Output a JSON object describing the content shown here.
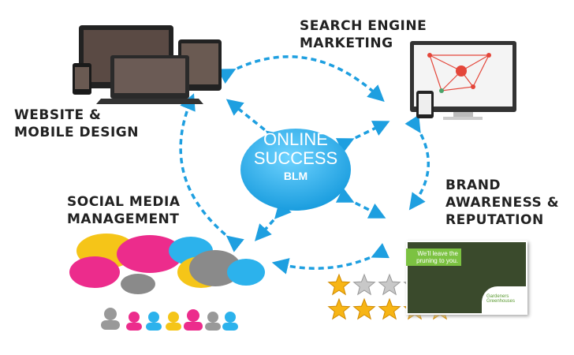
{
  "center": {
    "line1": "ONLINE",
    "line2": "SUCCESS",
    "brand": "BLM"
  },
  "services": [
    {
      "id": "sem",
      "lines": [
        "SEARCH ENGINE",
        "MARKETING"
      ]
    },
    {
      "id": "web",
      "lines": [
        "WEBSITE &",
        "MOBILE DESIGN"
      ]
    },
    {
      "id": "social",
      "lines": [
        "SOCIAL MEDIA",
        "MANAGEMENT"
      ]
    },
    {
      "id": "brand",
      "lines": [
        "BRAND",
        "AWARENESS &",
        "REPUTATION"
      ]
    }
  ],
  "ad": {
    "tagline": "We'll leave the pruning to you.",
    "logo": "Gardeners Greenhouses"
  },
  "ratings": [
    {
      "filled": 1,
      "total": 5
    },
    {
      "filled": 5,
      "total": 5
    }
  ],
  "colors": {
    "accent": "#1e9fe0",
    "bubble": "#2cb2ec",
    "star": "#f7b515",
    "star_empty": "#c8c8c8"
  }
}
